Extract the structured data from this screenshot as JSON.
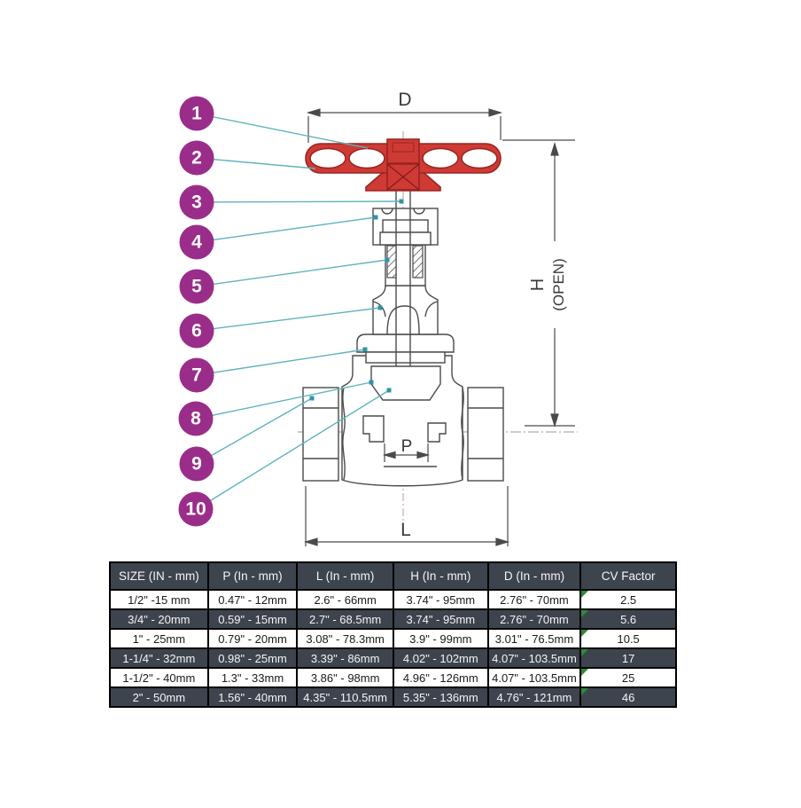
{
  "diagram": {
    "callouts": [
      "1",
      "2",
      "3",
      "4",
      "5",
      "6",
      "7",
      "8",
      "9",
      "10"
    ],
    "dimensions": {
      "d": "D",
      "h": "H",
      "h_open": "(OPEN)",
      "p": "P",
      "l": "L"
    },
    "colors": {
      "handle_red": "#cf3a34",
      "handle_outline": "#9a2422",
      "callout_purple": "#9b2d8a",
      "leader_teal": "#5fb3bd",
      "drawing_line": "#4a4a4a"
    }
  },
  "table": {
    "headers": [
      "SIZE (IN - mm)",
      "P (In - mm)",
      "L (In - mm)",
      "H (In - mm)",
      "D (In - mm)",
      "CV Factor"
    ],
    "rows": [
      [
        "1/2\" -15 mm",
        "0.47\" - 12mm",
        "2.6\" - 66mm",
        "3.74\" - 95mm",
        "2.76\" - 70mm",
        "2.5"
      ],
      [
        "3/4\" - 20mm",
        "0.59\" - 15mm",
        "2.7\" - 68.5mm",
        "3.74\" - 95mm",
        "2.76\" - 70mm",
        "5.6"
      ],
      [
        "1\" - 25mm",
        "0.79\" - 20mm",
        "3.08\" - 78.3mm",
        "3.9\" - 99mm",
        "3.01\" - 76.5mm",
        "10.5"
      ],
      [
        "1-1/4\" - 32mm",
        "0.98\" - 25mm",
        "3.39\" - 86mm",
        "4.02\" - 102mm",
        "4.07\" - 103.5mm",
        "17"
      ],
      [
        "1-1/2\" - 40mm",
        "1.3\" - 33mm",
        "3.86\" - 98mm",
        "4.96\" - 126mm",
        "4.07\" - 103.5mm",
        "25"
      ],
      [
        "2\" - 50mm",
        "1.56\" - 40mm",
        "4.35\" - 110.5mm",
        "5.35\" - 136mm",
        "4.76\" - 121mm",
        "46"
      ]
    ],
    "colors": {
      "header_bg": "#3e444d",
      "dark_row_bg": "#3e444d",
      "marker_green": "#2e8b3a"
    }
  }
}
